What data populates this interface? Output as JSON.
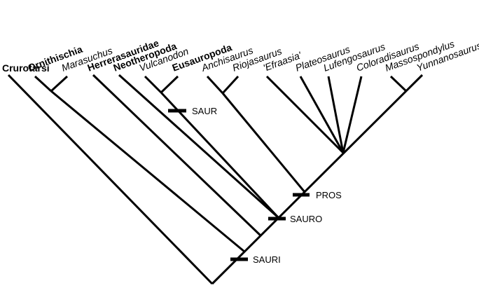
{
  "taxa": [
    {
      "id": "crurotarsi",
      "label": "Crurotarsi",
      "style": "bold"
    },
    {
      "id": "ornithischia",
      "label": "Ornithischia",
      "style": "bold"
    },
    {
      "id": "marasuchus",
      "label": "Marasuchus",
      "style": "italic"
    },
    {
      "id": "herrerasauridae",
      "label": "Herrerasauridae",
      "style": "bold"
    },
    {
      "id": "neotheropoda",
      "label": "Neotheropoda",
      "style": "bold"
    },
    {
      "id": "vulcanodon",
      "label": "Vulcanodon",
      "style": "italic"
    },
    {
      "id": "eusauropoda",
      "label": "Eusauropoda",
      "style": "bold"
    },
    {
      "id": "anchisaurus",
      "label": "Anchisaurus",
      "style": "italic"
    },
    {
      "id": "riojasaurus",
      "label": "Riojasaurus",
      "style": "italic"
    },
    {
      "id": "efraasia",
      "label": "'Efraasia'",
      "style": "italic"
    },
    {
      "id": "plateosaurus",
      "label": "Plateosaurus",
      "style": "italic"
    },
    {
      "id": "lufengosaurus",
      "label": "Lufengosaurus",
      "style": "italic"
    },
    {
      "id": "coloradisaurus",
      "label": "Coloradisaurus",
      "style": "italic"
    },
    {
      "id": "massospondylus",
      "label": "Massospondylus",
      "style": "italic"
    },
    {
      "id": "yunnanosaurus",
      "label": "Yunnanosaurus",
      "style": "italic"
    }
  ],
  "nodes": [
    {
      "id": "saur",
      "label": "SAUR"
    },
    {
      "id": "pros",
      "label": "PROS"
    },
    {
      "id": "sauro",
      "label": "SAURO"
    },
    {
      "id": "sauri",
      "label": "SAURI"
    }
  ]
}
